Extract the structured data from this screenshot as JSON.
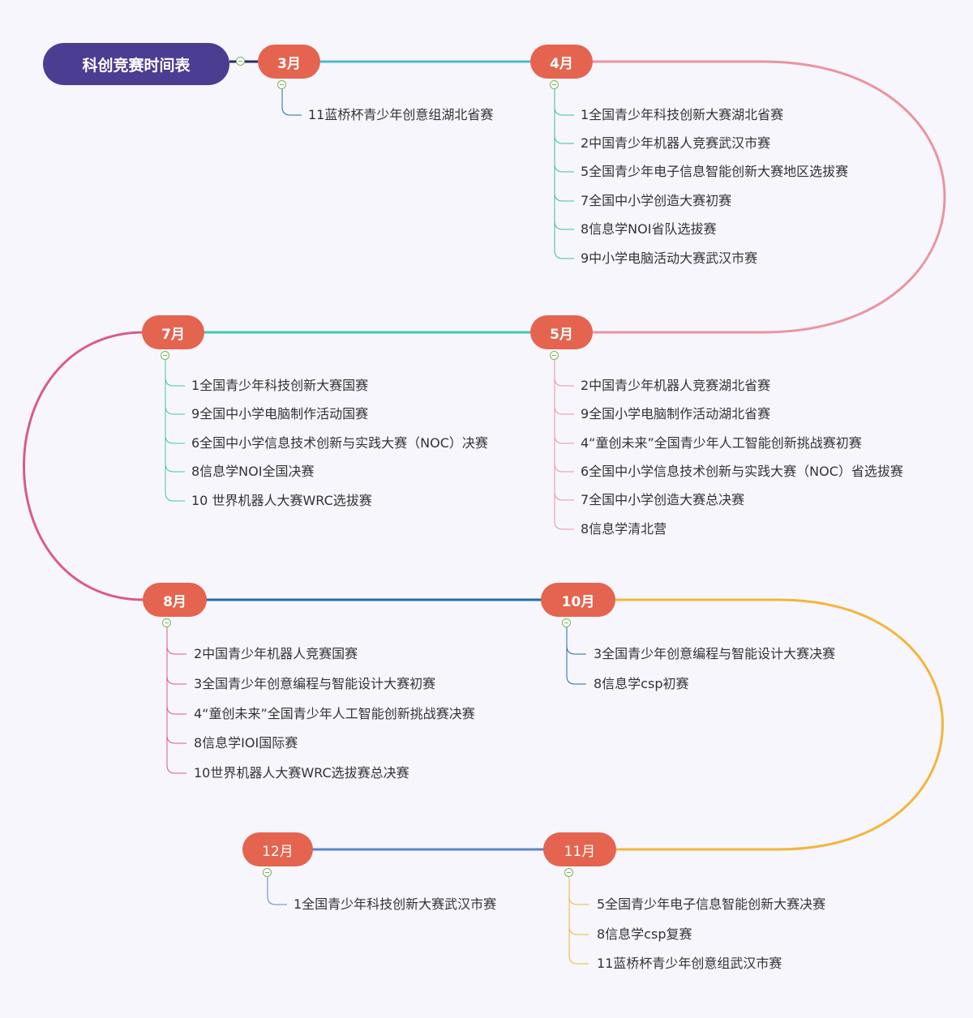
{
  "title": "科创竞赛时间表",
  "months": {
    "m3": {
      "label": "3月",
      "items": [
        "11蓝桥杯青少年创意组湖北省赛"
      ]
    },
    "m4": {
      "label": "4月",
      "items": [
        "1全国青少年科技创新大赛湖北省赛",
        "2中国青少年机器人竞赛武汉市赛",
        "5全国青少年电子信息智能创新大赛地区选拔赛",
        "7全国中小学创造大赛初赛",
        "8信息学NOI省队选拔赛",
        "9中小学电脑活动大赛武汉市赛"
      ]
    },
    "m5": {
      "label": "5月",
      "items": [
        "2中国青少年机器人竞赛湖北省赛",
        "9全国小学电脑制作活动湖北省赛",
        "4“童创未来”全国青少年人工智能创新挑战赛初赛",
        "6全国中小学信息技术创新与实践大赛（NOC）省选拔赛",
        "7全国中小学创造大赛总决赛",
        "8信息学清北营"
      ]
    },
    "m7": {
      "label": "7月",
      "items": [
        "1全国青少年科技创新大赛国赛",
        "9全国中小学电脑制作活动国赛",
        "6全国中小学信息技术创新与实践大赛（NOC）决赛",
        "8信息学NOI全国决赛",
        "10 世界机器人大赛WRC选拔赛"
      ]
    },
    "m8": {
      "label": "8月",
      "items": [
        "2中国青少年机器人竞赛国赛",
        "3全国青少年创意编程与智能设计大赛初赛",
        "4“童创未来”全国青少年人工智能创新挑战赛决赛",
        "8信息学IOI国际赛",
        "10世界机器人大赛WRC选拔赛总决赛"
      ]
    },
    "m10": {
      "label": "10月",
      "items": [
        "3全国青少年创意编程与智能设计大赛决赛",
        "8信息学csp初赛"
      ]
    },
    "m11": {
      "label": "11月",
      "items": [
        "5全国青少年电子信息智能创新大赛决赛",
        "8信息学csp复赛",
        "11蓝桥杯青少年创意组武汉市赛"
      ]
    },
    "m12": {
      "label": "12月",
      "items": [
        "1全国青少年科技创新大赛武汉市赛"
      ]
    }
  },
  "colors": {
    "root": "#4a3d92",
    "pill": "#e5644f",
    "link_3_4": "#4bbad4",
    "link_4_5": "#e995a0",
    "link_5_7": "#3ec8b5",
    "link_7_8": "#d95b8c",
    "link_8_10": "#1f6fa8",
    "link_10_11": "#f3b53a",
    "link_11_12": "#5d86c9",
    "branch_3": "#1f6fa8",
    "branch_4": "#3bbfa8",
    "branch_5": "#e995a0",
    "branch_7": "#3ec8b5",
    "branch_8": "#d95b8c",
    "branch_10": "#1f6fa8",
    "branch_11": "#f3b53a",
    "branch_12": "#5d86c9"
  }
}
